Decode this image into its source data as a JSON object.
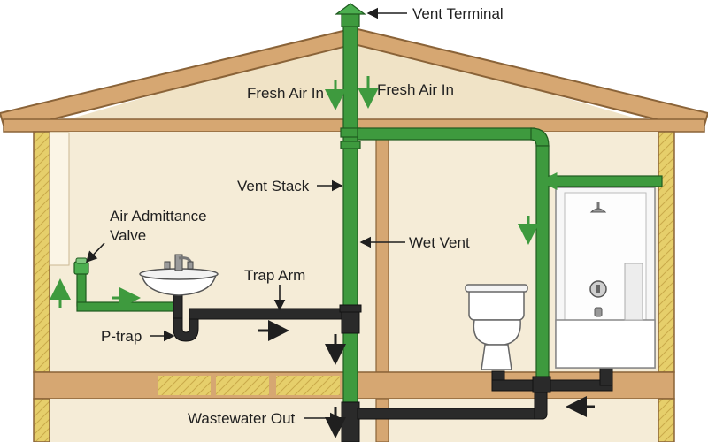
{
  "labels": {
    "vent_terminal": "Vent Terminal",
    "fresh_air_left": "Fresh Air In",
    "fresh_air_right": "Fresh Air In",
    "vent_stack": "Vent Stack",
    "air_admittance_1": "Air Admittance",
    "air_admittance_2": "Valve",
    "wet_vent": "Wet Vent",
    "trap_arm": "Trap Arm",
    "p_trap": "P-trap",
    "wastewater_out": "Wastewater Out"
  },
  "colors": {
    "vent_pipe": "#3e9a3e",
    "drain_pipe": "#2a2a2a",
    "wall_fill": "#f5ecd7",
    "lumber": "#d6a772",
    "insulation": "#e6cf6b",
    "arrow_green": "#3e9a3e",
    "arrow_black": "#1f1f1f"
  },
  "icons": [
    "sink-icon",
    "toilet-icon",
    "bathtub-shower-icon",
    "air-admittance-valve-icon",
    "vent-cap-icon"
  ]
}
